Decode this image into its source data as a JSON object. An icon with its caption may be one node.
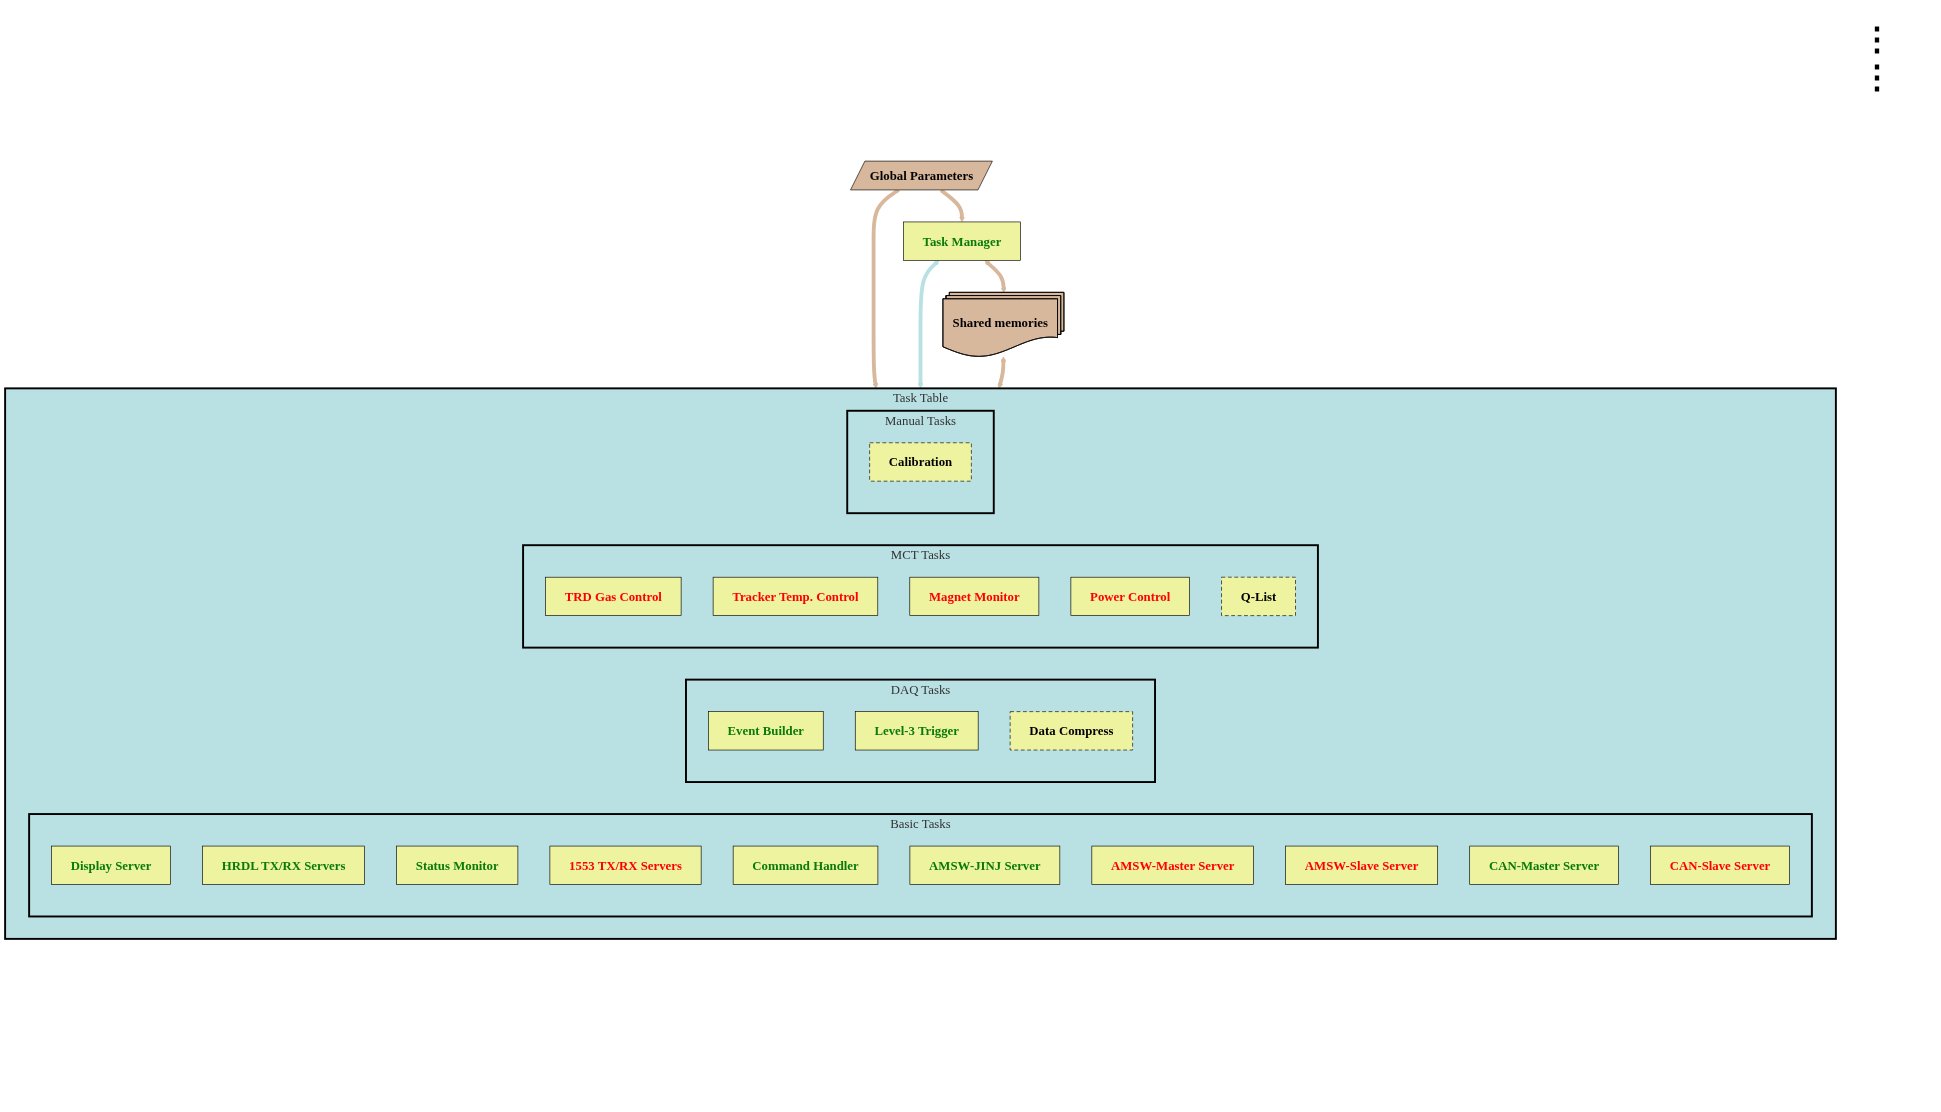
{
  "diagram": {
    "nodes": [
      {
        "text": [
          "Global Parameters"
        ]
      },
      {
        "text": [
          "Task Manager"
        ]
      },
      {
        "text": [
          "Shared memories"
        ]
      },
      {
        "text": [
          "Task Table"
        ]
      },
      {
        "text": [
          "Basic Tasks"
        ],
        "in": 3
      },
      {
        "text": [
          "Display Server"
        ],
        "in": 4
      },
      {
        "text": [
          "HRDL TX/RX Servers"
        ],
        "in": 4
      },
      {
        "text": [
          "Status Monitor"
        ],
        "in": 4
      },
      {
        "text": [
          "1553 TX/RX Servers"
        ],
        "in": 4
      },
      {
        "text": [
          "Command Handler"
        ],
        "in": 4
      },
      {
        "text": [
          "AMSW-JINJ Server"
        ],
        "in": 4
      },
      {
        "text": [
          "AMSW-Master Server"
        ],
        "in": 4
      },
      {
        "text": [
          "AMSW-Slave Server"
        ],
        "in": 4
      },
      {
        "text": [
          "CAN-Master Server"
        ],
        "in": 4
      },
      {
        "text": [
          "CAN-Slave Server"
        ],
        "in": 4
      },
      {
        "text": [
          "DAQ Tasks"
        ],
        "in": 3
      },
      {
        "text": [
          "Event Builder"
        ],
        "in": 15
      },
      {
        "text": [
          "Level-3 Trigger"
        ],
        "in": 15
      },
      {
        "text": [
          "Data Compress"
        ],
        "in": 15
      },
      {
        "text": [
          "MCT Tasks"
        ],
        "in": 3
      },
      {
        "text": [
          "TRD Gas Control"
        ],
        "in": 19
      },
      {
        "text": [
          "Tracker Temp. Control"
        ],
        "in": 19
      },
      {
        "text": [
          "Magnet Monitor"
        ],
        "in": 19
      },
      {
        "text": [
          "Power Control"
        ],
        "in": 19
      },
      {
        "text": [
          "Q-List"
        ],
        "in": 19
      },
      {
        "text": [
          "Manual Tasks"
        ],
        "in": 3
      },
      {
        "text": [
          "Calibration"
        ],
        "in": 25
      }
    ],
    "edges": [
      {
        "from": 0,
        "to": 1,
        "arrow": "to"
      },
      {
        "from": 1,
        "to": 2,
        "arrow": "both"
      },
      {
        "from": 0,
        "to": 3,
        "arrow": "to"
      },
      {
        "from": 1,
        "to": 3,
        "arrow": "both",
        "color": "#b9e0e3"
      },
      {
        "from": 2,
        "to": 3,
        "arrow": "both"
      }
    ],
    "labels": [
      "⋮",
      "⋮"
    ]
  }
}
